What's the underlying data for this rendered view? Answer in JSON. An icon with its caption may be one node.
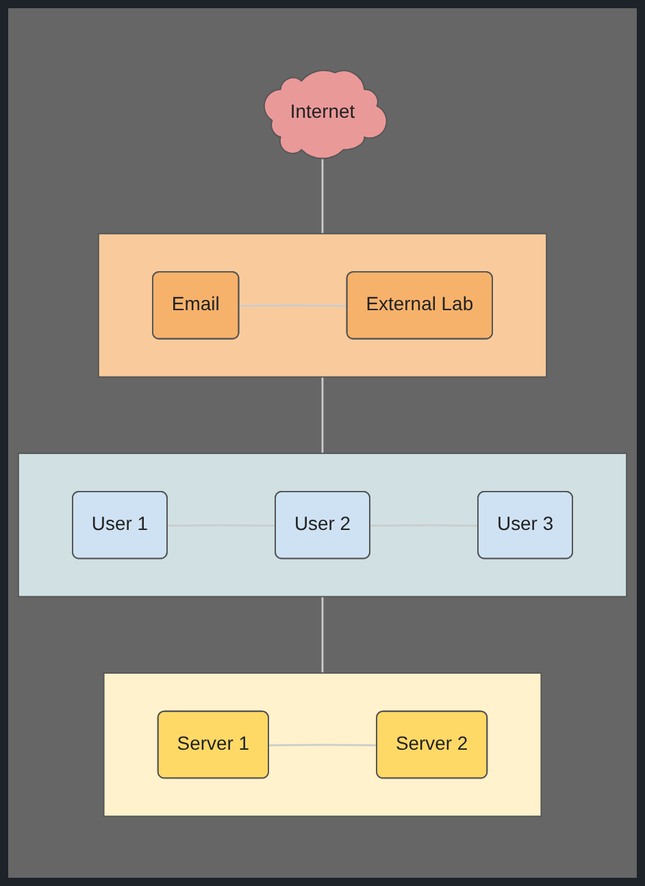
{
  "diagram": {
    "nodes": [
      {
        "text": [
          "Internet"
        ]
      },
      {
        "text": [],
        "shape": "box"
      },
      {
        "text": [
          "Email"
        ],
        "in": 1
      },
      {
        "text": [
          "External Lab"
        ],
        "in": 1
      },
      {
        "text": [],
        "shape": "box"
      },
      {
        "text": [
          "User 1"
        ],
        "in": 4
      },
      {
        "text": [
          "User 2"
        ],
        "in": 4
      },
      {
        "text": [
          "User 3"
        ],
        "in": 4
      },
      {
        "text": [],
        "shape": "box"
      },
      {
        "text": [
          "Server 1"
        ],
        "in": 8
      },
      {
        "text": [
          "Server 2"
        ],
        "in": 8
      }
    ],
    "edges": [
      {
        "from": 0,
        "to": 1,
        "arrow": "none"
      },
      {
        "from": 2,
        "to": 3,
        "arrow": "none"
      },
      {
        "from": 1,
        "to": 4,
        "arrow": "none"
      },
      {
        "from": 5,
        "to": 6,
        "arrow": "none"
      },
      {
        "from": 6,
        "to": 7,
        "arrow": "none"
      },
      {
        "from": 4,
        "to": 8,
        "arrow": "none"
      },
      {
        "from": 9,
        "to": 10,
        "arrow": "none"
      }
    ]
  }
}
